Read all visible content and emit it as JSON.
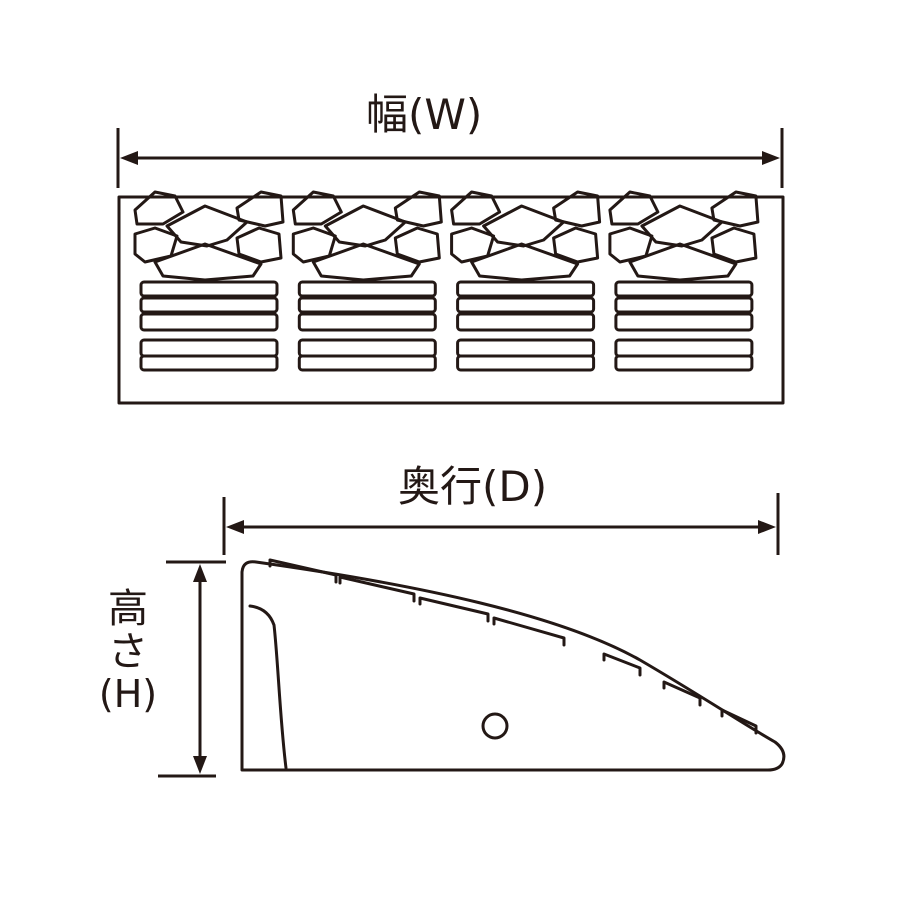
{
  "labels": {
    "width": "幅(W)",
    "depth": "奥行(D)",
    "height_line1": "高",
    "height_line2": "さ",
    "height_line3": "(H)"
  },
  "colors": {
    "stroke": "#231815",
    "background": "#ffffff"
  },
  "views": {
    "top": {
      "modules": 4
    },
    "side": {}
  }
}
